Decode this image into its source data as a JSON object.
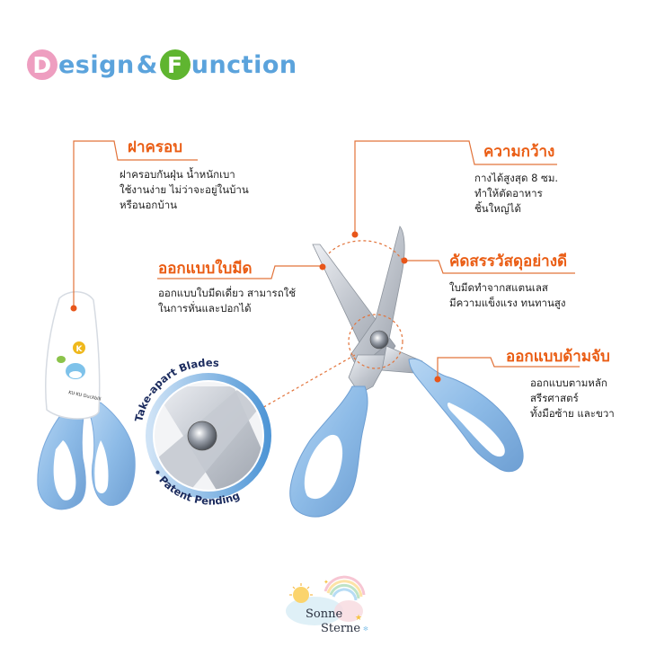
{
  "title": {
    "part1_initial": "D",
    "part1_rest": "esign",
    "ampersand": "&",
    "part2_initial": "F",
    "part2_rest": "unction"
  },
  "colors": {
    "accent_orange": "#ea5d14",
    "title_blue": "#5ba3dc",
    "badge_pink": "#ee9ec0",
    "badge_green": "#5fb530",
    "handle_blue": "#8fbde8"
  },
  "features": {
    "cover": {
      "heading": "ฝาครอบ",
      "lines": [
        "ฝาครอบกันฝุ่น น้ำหนักเบา",
        "ใช้งานง่าย ไม่ว่าจะอยู่ในบ้าน",
        "หรือนอกบ้าน"
      ]
    },
    "width": {
      "heading": "ความกว้าง",
      "lines": [
        "กางได้สูงสุด 8 ซม.",
        "ทำให้ตัดอาหาร",
        "ชิ้นใหญ่ได้"
      ]
    },
    "blade_design": {
      "heading": "ออกแบบใบมีด",
      "lines": [
        "ออกแบบใบมีดเดี่ยว สามารถใช้",
        "ในการหั่นและปอกได้"
      ]
    },
    "material": {
      "heading": "คัดสรรวัสดุอย่างดี",
      "lines": [
        "ใบมีดทำจากสแตนเลส",
        "มีความแข็งแรง ทนทานสูง"
      ]
    },
    "handle": {
      "heading": "ออกแบบด้ามจับ",
      "lines": [
        "ออกแบบตามหลัก",
        "สรีรศาสตร์",
        "ทั้งมือซ้าย และขวา"
      ]
    }
  },
  "detail_badge": {
    "top_text": "Take-apart Blades",
    "bottom_text": "• Patent Pending"
  },
  "product": {
    "cover_badge_letter": "K",
    "cover_brand_text": "KU·KU Duckbill"
  },
  "watermark": {
    "line1": "Sonne",
    "line2": "Sterne"
  }
}
